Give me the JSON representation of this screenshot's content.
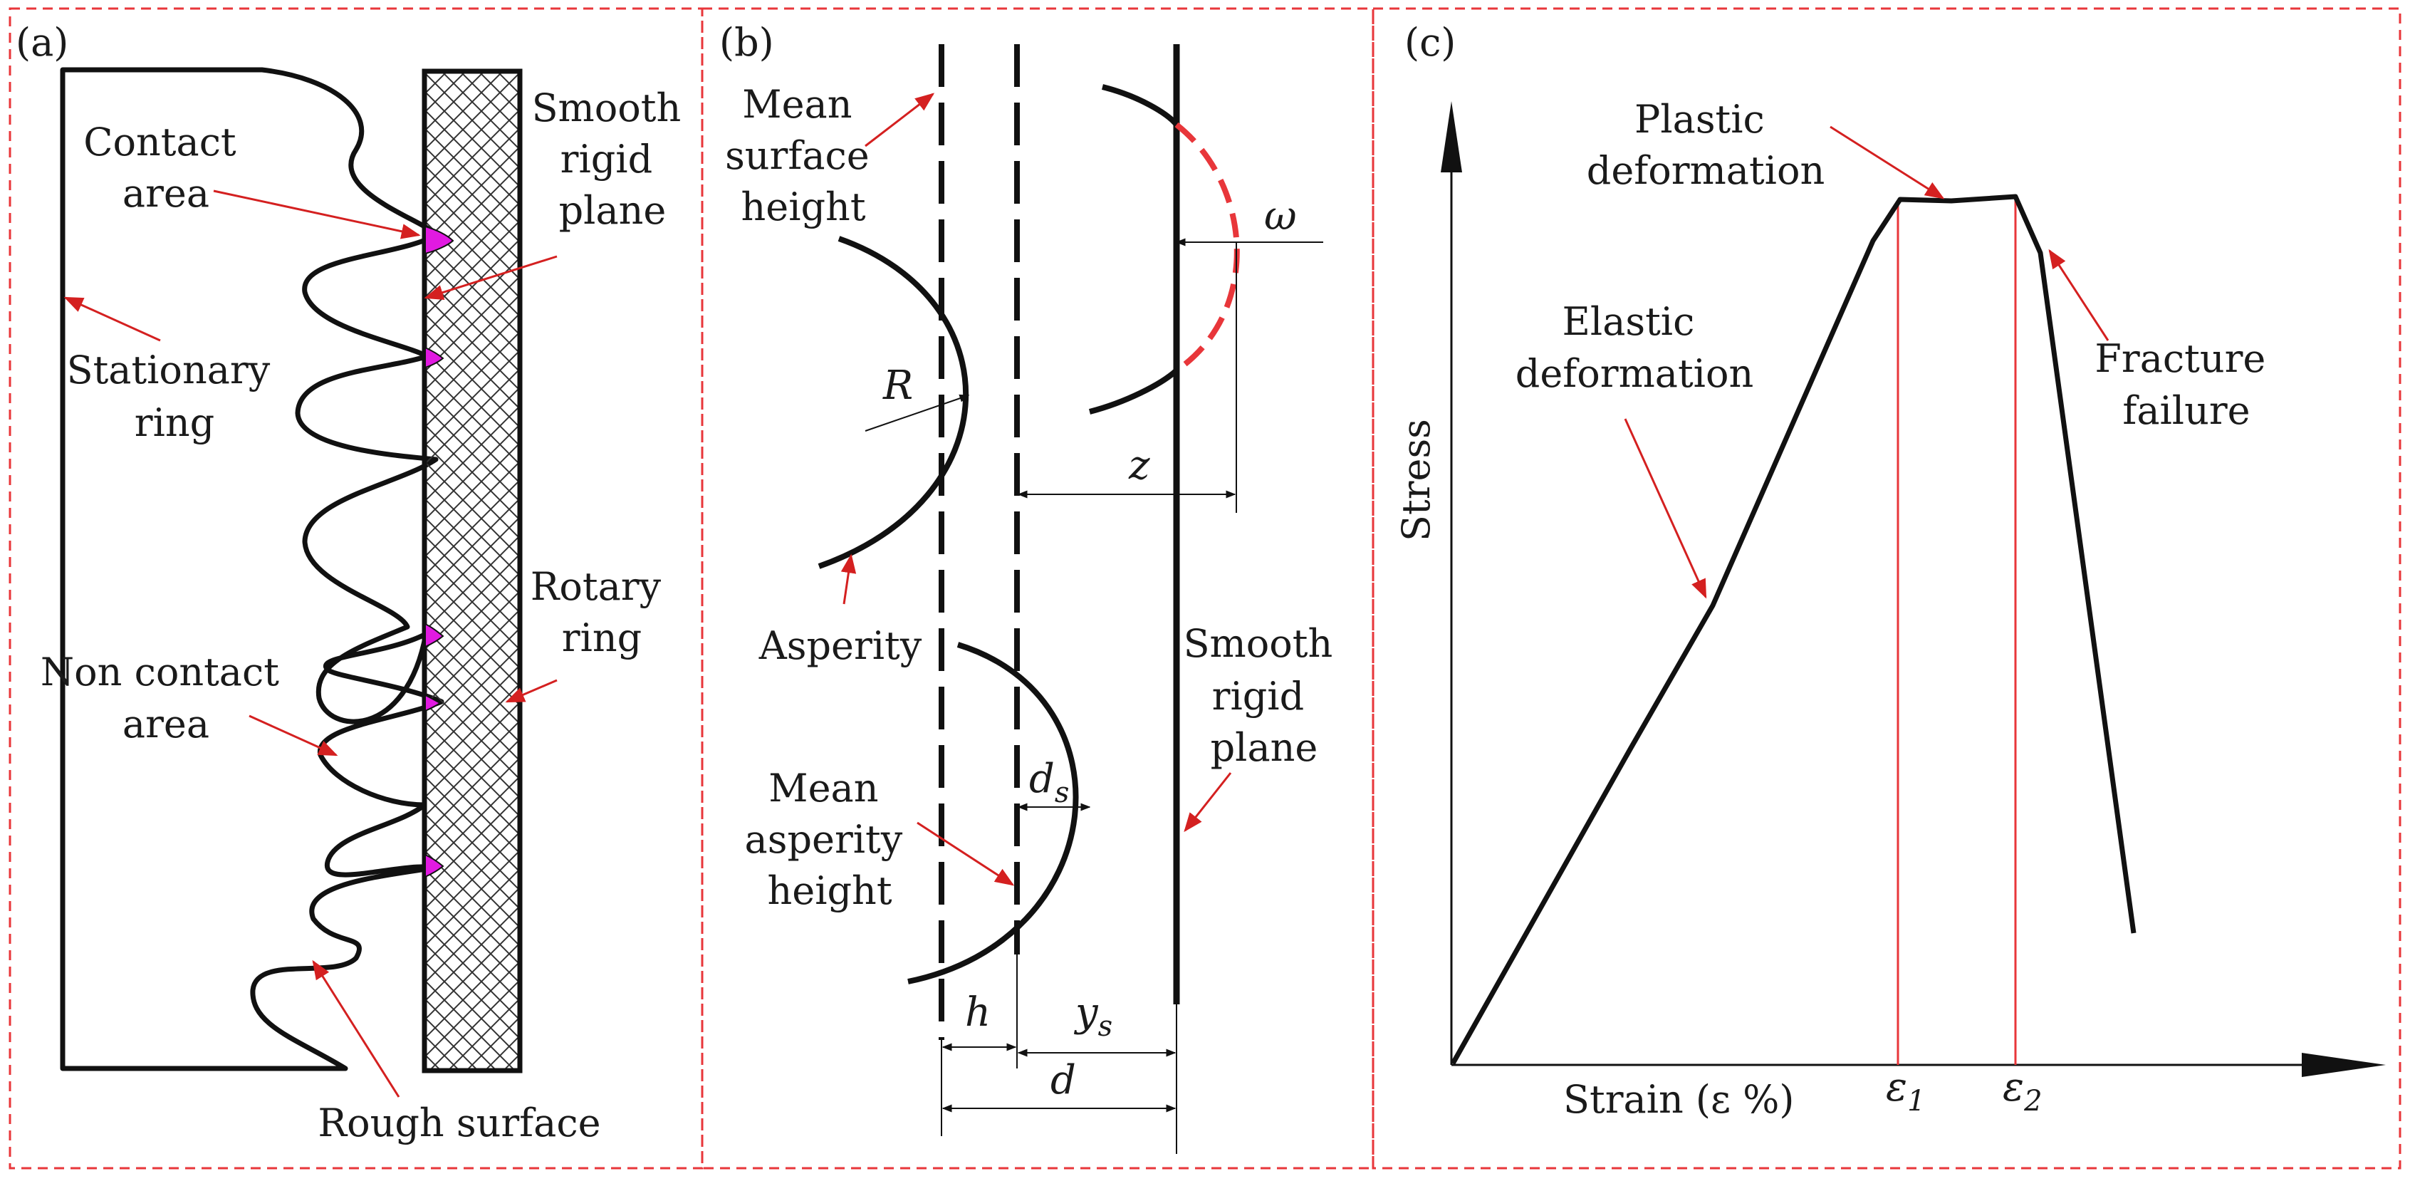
{
  "colors": {
    "frame": "#e8363a",
    "arrow": "#d42020",
    "ink": "#111111",
    "contact": "#e11ae1",
    "guide": "#e8363a"
  },
  "panel_a": {
    "tag": "(a)",
    "contact_area": [
      "Contact",
      "area"
    ],
    "smooth_rigid_plane": [
      "Smooth",
      "rigid",
      "plane"
    ],
    "stationary_ring": [
      "Stationary",
      "ring"
    ],
    "rotary_ring": [
      "Rotary",
      "ring"
    ],
    "non_contact_area": [
      "Non contact",
      "area"
    ],
    "rough_surface": "Rough surface"
  },
  "panel_b": {
    "tag": "(b)",
    "mean_surface_height": [
      "Mean",
      "surface",
      "height"
    ],
    "asperity": "Asperity",
    "mean_asperity_height": [
      "Mean",
      "asperity",
      "height"
    ],
    "smooth_rigid_plane": [
      "Smooth",
      "rigid",
      "plane"
    ],
    "R": "R",
    "omega": "ω",
    "z": "z",
    "ds": "d",
    "ds_sub": "s",
    "h": "h",
    "ys": "y",
    "ys_sub": "s",
    "d": "d"
  },
  "panel_c": {
    "tag": "(c)",
    "plastic_deformation": [
      "Plastic",
      "deformation"
    ],
    "elastic_deformation": [
      "Elastic",
      "deformation"
    ],
    "fracture_failure": [
      "Fracture",
      "failure"
    ],
    "y_axis": "Stress",
    "x_axis": "Strain (ε %)",
    "eps1": "ε",
    "eps1_sub": "1",
    "eps2": "ε",
    "eps2_sub": "2"
  }
}
